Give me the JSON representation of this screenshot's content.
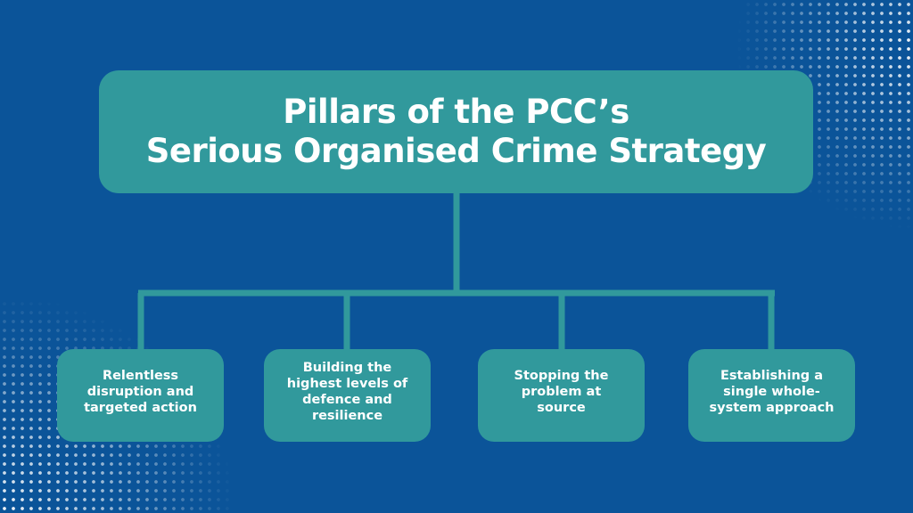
{
  "title": {
    "line1": "Pillars of the PCC’s",
    "line2": "Serious Organised Crime Strategy"
  },
  "pillars": [
    {
      "label": "Relentless disruption and targeted action"
    },
    {
      "label": "Building the highest levels of defence and resilience"
    },
    {
      "label": "Stopping the problem at source"
    },
    {
      "label": "Establishing a single whole-system approach"
    }
  ],
  "colors": {
    "background": "#0b5499",
    "box": "#31999c",
    "text": "#ffffff"
  }
}
